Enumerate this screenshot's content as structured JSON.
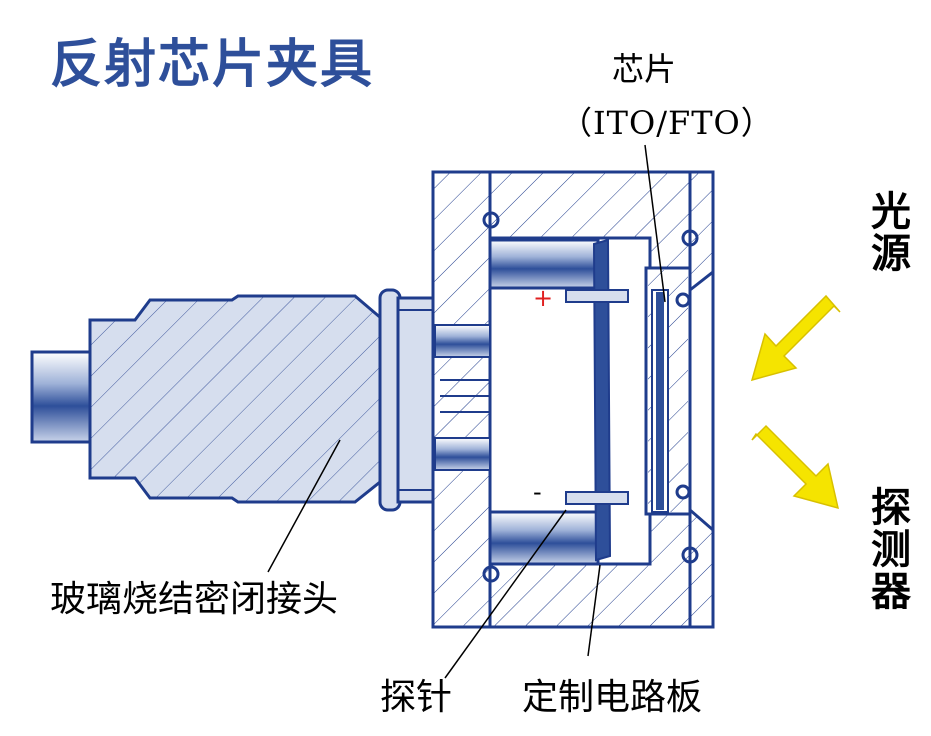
{
  "title": "反射芯片夹具",
  "labels": {
    "chip": "芯片",
    "chip_material": "（ITO/FTO）",
    "light_source": "光源",
    "detector": "探测器",
    "glass_seal_connector": "玻璃烧结密闭接头",
    "probe": "探针",
    "custom_pcb": "定制电路板"
  },
  "polarity": {
    "positive": "+",
    "negative": "-"
  },
  "colors": {
    "title": "#2E4F9A",
    "outline": "#1F3C8C",
    "fill": "#D6DEEE",
    "arrow": "#F5E400",
    "plus": "#E02020"
  }
}
